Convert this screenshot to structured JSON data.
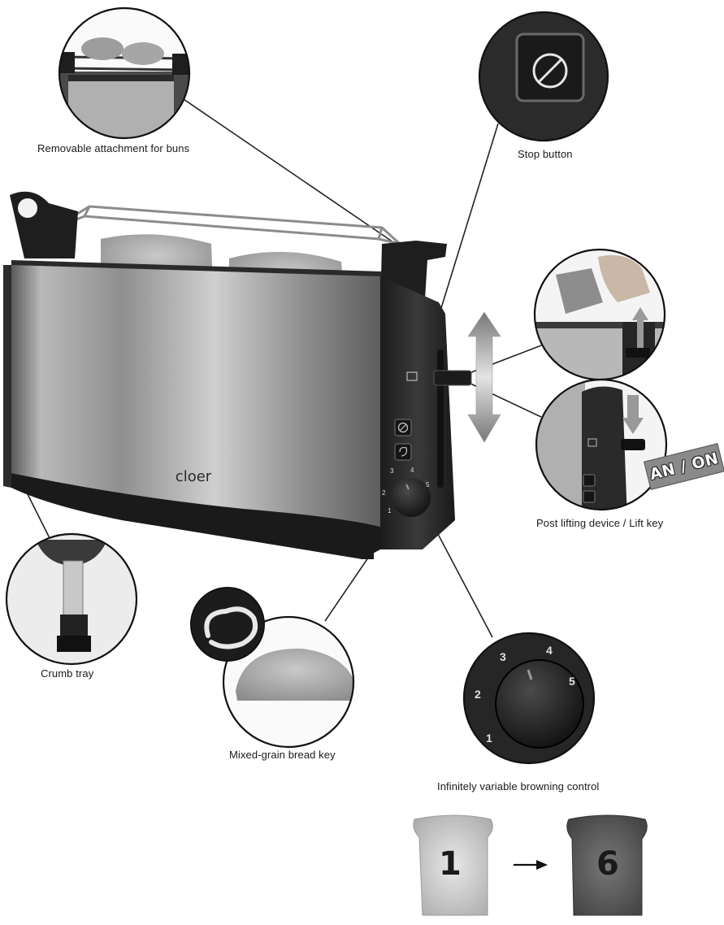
{
  "brand": "cloer",
  "captions": {
    "bun_attachment": "Removable attachment for buns",
    "stop_button": "Stop button",
    "lift_key": "Post lifting device / Lift key",
    "crumb_tray": "Crumb tray",
    "mixed_grain": "Mixed-grain bread key",
    "browning": "Infinitely variable browning control"
  },
  "on_badge": "AN / ON",
  "dial_numbers": [
    "1",
    "2",
    "3",
    "4",
    "5"
  ],
  "toast_levels": {
    "from": "1",
    "to": "6"
  }
}
